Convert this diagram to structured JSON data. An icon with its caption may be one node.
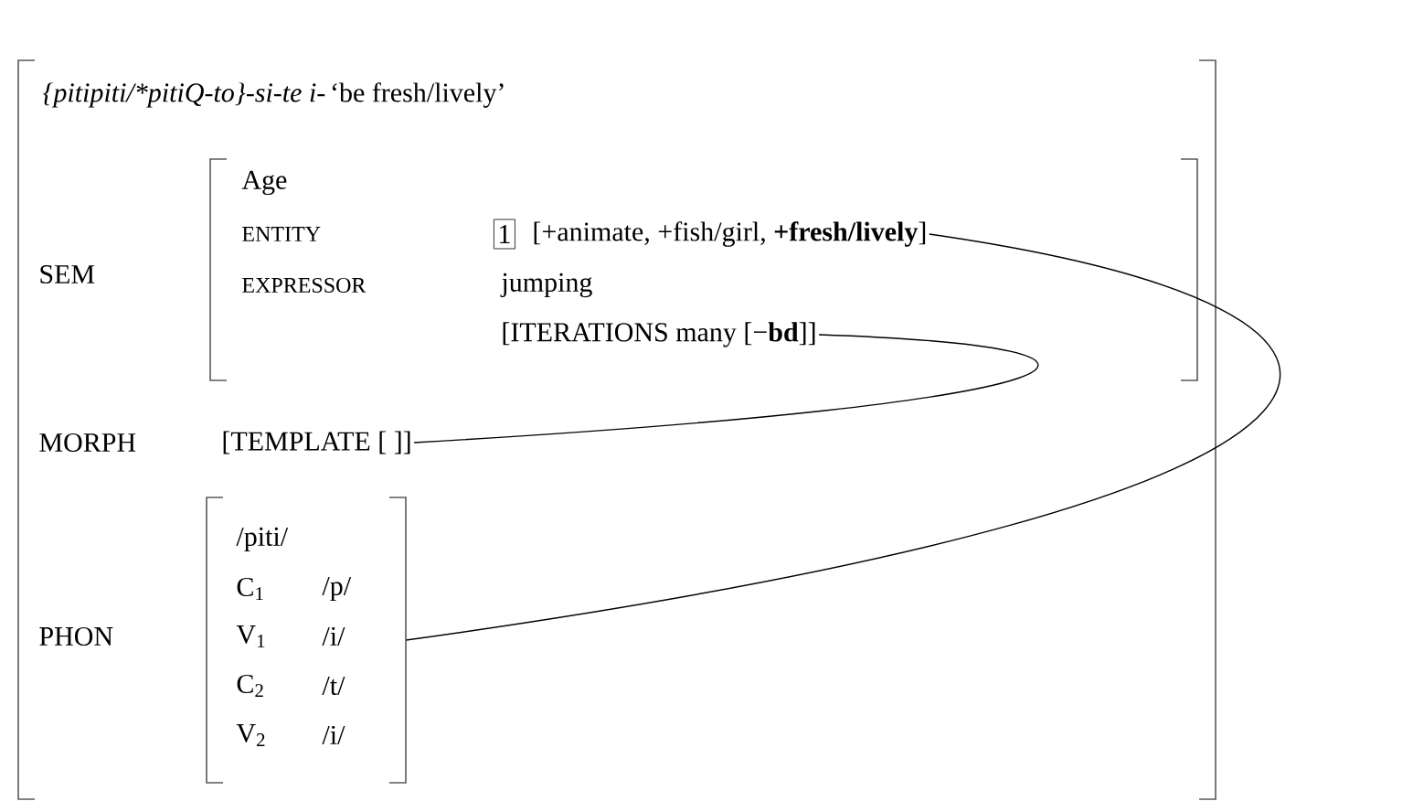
{
  "diagram": {
    "nodes": [
      {
        "text": [
          "{pitipiti/*pitiQ-to}-si-te i-",
          "‘be fresh/lively’"
        ]
      },
      {
        "text": [
          "Age",
          "ENTITY",
          "EXPRESSOR",
          "jumping"
        ],
        "in": 0
      },
      {
        "text": [
          "1"
        ],
        "in": 1
      },
      {
        "text": [
          "[+animate, +fish/girl, **+fresh/lively**]"
        ],
        "in": 1
      },
      {
        "text": [
          "[ITERATIONS many [−**bd**]]"
        ],
        "in": 1
      },
      {
        "text": [
          "[TEMPLATE [  ]]"
        ],
        "in": 0
      },
      {
        "text": [
          "/piti/",
          "C$_{1}$",
          "/p/",
          "V$_{1}$",
          "/i/",
          "C$_{2}$",
          "/t/",
          "V$_{2}$",
          "/i/"
        ],
        "in": 0
      }
    ],
    "edges": [
      {
        "from": 4,
        "to": 5,
        "arrow": "none"
      },
      {
        "from": 3,
        "to": 6,
        "arrow": "none"
      }
    ],
    "labels": [
      "SEM",
      "MORPH",
      "PHON"
    ]
  }
}
